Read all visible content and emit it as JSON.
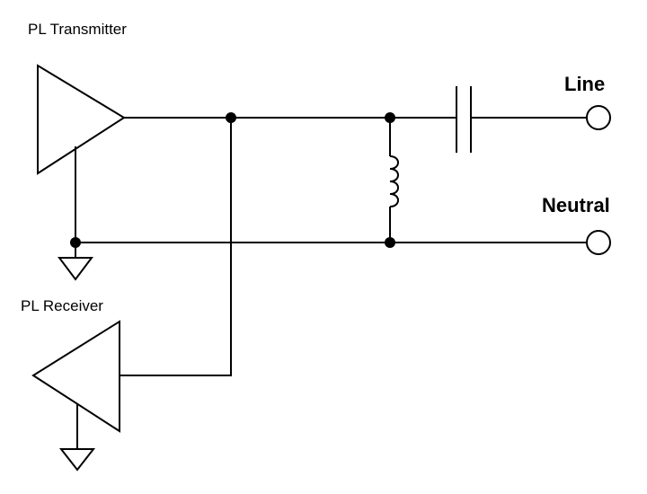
{
  "labels": {
    "transmitter": "PL Transmitter",
    "receiver": "PL Receiver",
    "line": "Line",
    "neutral": "Neutral"
  },
  "colors": {
    "stroke": "#000000",
    "background": "#ffffff"
  }
}
